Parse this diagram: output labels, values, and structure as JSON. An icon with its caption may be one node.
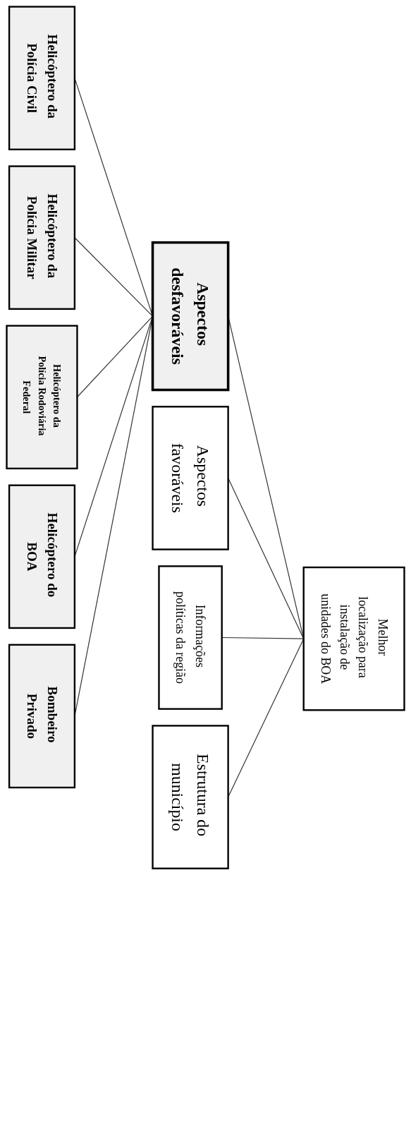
{
  "diagram": {
    "nodes": [
      {
        "text": [
          "Melhor localização para instalação de unidades do BOA"
        ]
      },
      {
        "text": [
          "Aspectos desfavoráveis"
        ]
      },
      {
        "text": [
          "Aspectos favoráveis"
        ]
      },
      {
        "text": [
          "Informações políticas da região"
        ]
      },
      {
        "text": [
          "Estrutura do município"
        ]
      },
      {
        "text": [
          "Helicóptero da Polícia Civil"
        ]
      },
      {
        "text": [
          "Helicóptero da Polícia Militar"
        ]
      },
      {
        "text": [
          "Helicóptero da Polícia Rodoviária Federal"
        ]
      },
      {
        "text": [
          "Helicóptero do BOA"
        ]
      },
      {
        "text": [
          "Bombeiro Privado"
        ]
      }
    ],
    "edges": [
      {
        "from": 0,
        "to": 1,
        "arrow": "none"
      },
      {
        "from": 0,
        "to": 2,
        "arrow": "none"
      },
      {
        "from": 0,
        "to": 3,
        "arrow": "none"
      },
      {
        "from": 0,
        "to": 4,
        "arrow": "none"
      },
      {
        "from": 1,
        "to": 5,
        "arrow": "none"
      },
      {
        "from": 1,
        "to": 6,
        "arrow": "none"
      },
      {
        "from": 1,
        "to": 7,
        "arrow": "none"
      },
      {
        "from": 1,
        "to": 8,
        "arrow": "none"
      },
      {
        "from": 1,
        "to": 9,
        "arrow": "none"
      }
    ]
  }
}
